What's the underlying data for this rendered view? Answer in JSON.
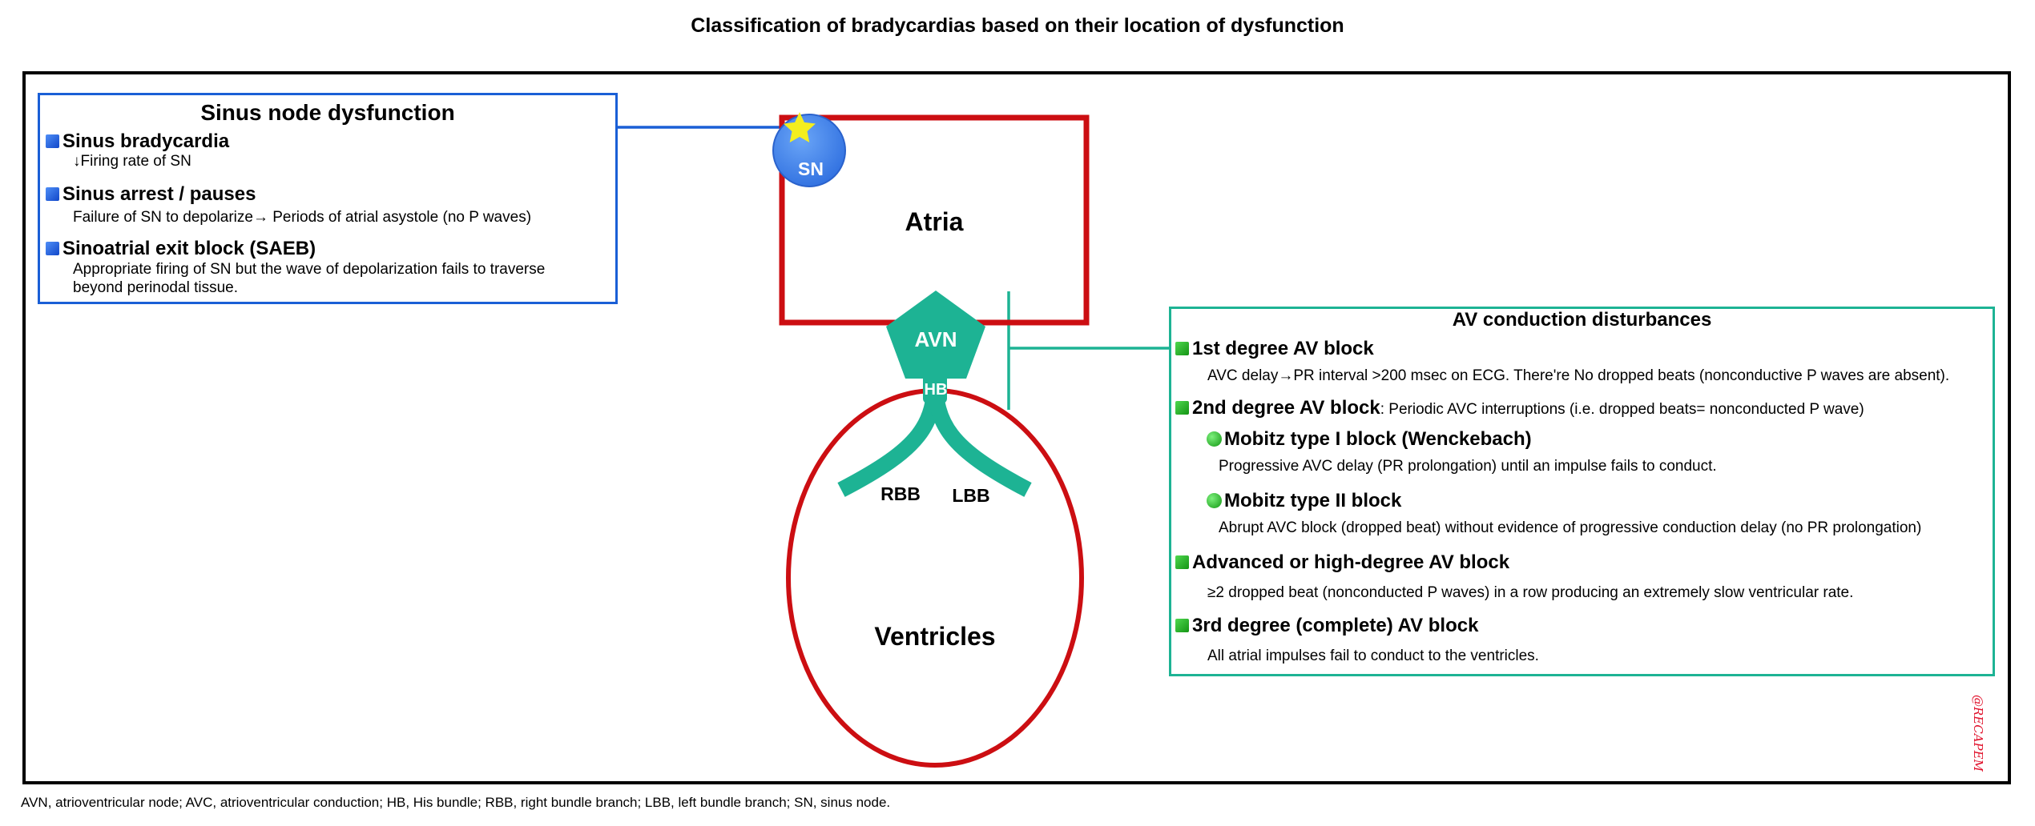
{
  "title": "Classification of bradycardias based on their location of dysfunction",
  "colors": {
    "sn_border": "#1a5fd6",
    "av_border": "#1db394",
    "heart_red": "#cc0e12",
    "conduction_teal": "#1db394",
    "sn_node": "#4a8cf0",
    "star": "#f4ee1e"
  },
  "sinus_node_panel": {
    "heading": "Sinus node dysfunction",
    "items": [
      {
        "title": "Sinus bradycardia",
        "desc": "↓Firing rate of SN"
      },
      {
        "title": "Sinus arrest / pauses",
        "desc": "Failure of SN to depolarize→ Periods of atrial asystole (no P waves)"
      },
      {
        "title": "Sinoatrial exit block (SAEB)",
        "desc_lines": [
          "Appropriate firing of SN but the wave of depolarization fails to traverse",
          "beyond perinodal tissue."
        ]
      }
    ]
  },
  "heart": {
    "sn_label": "SN",
    "atria_label": "Atria",
    "avn_label": "AVN",
    "hb_label": "HB",
    "rbb_label": "RBB",
    "lbb_label": "LBB",
    "ventricles_label": "Ventricles"
  },
  "av_panel": {
    "heading": "AV conduction disturbances",
    "first": {
      "title": "1st degree AV block",
      "desc": "AVC delay→PR interval >200 msec on ECG. There're No dropped beats (nonconductive P waves are absent)."
    },
    "second": {
      "title": "2nd degree AV block",
      "suffix": ": Periodic AVC interruptions (i.e. dropped beats= nonconducted P wave)"
    },
    "mobitz1": {
      "title": "Mobitz type I block (Wenckebach)",
      "desc": "Progressive AVC delay (PR prolongation) until an impulse fails to conduct."
    },
    "mobitz2": {
      "title": "Mobitz type II block",
      "desc": "Abrupt AVC block (dropped beat) without evidence of progressive conduction delay (no PR prolongation)"
    },
    "advanced": {
      "title": "Advanced or high-degree AV block",
      "desc": "≥2 dropped beat (nonconducted P waves) in a row producing an extremely slow ventricular rate."
    },
    "third": {
      "title": "3rd degree (complete) AV block",
      "desc": "All atrial impulses fail to conduct to the ventricles."
    }
  },
  "footer": "AVN, atrioventricular node; AVC, atrioventricular conduction; HB, His bundle; RBB, right bundle branch; LBB, left bundle branch; SN, sinus node.",
  "watermark": "@RECAPEM"
}
